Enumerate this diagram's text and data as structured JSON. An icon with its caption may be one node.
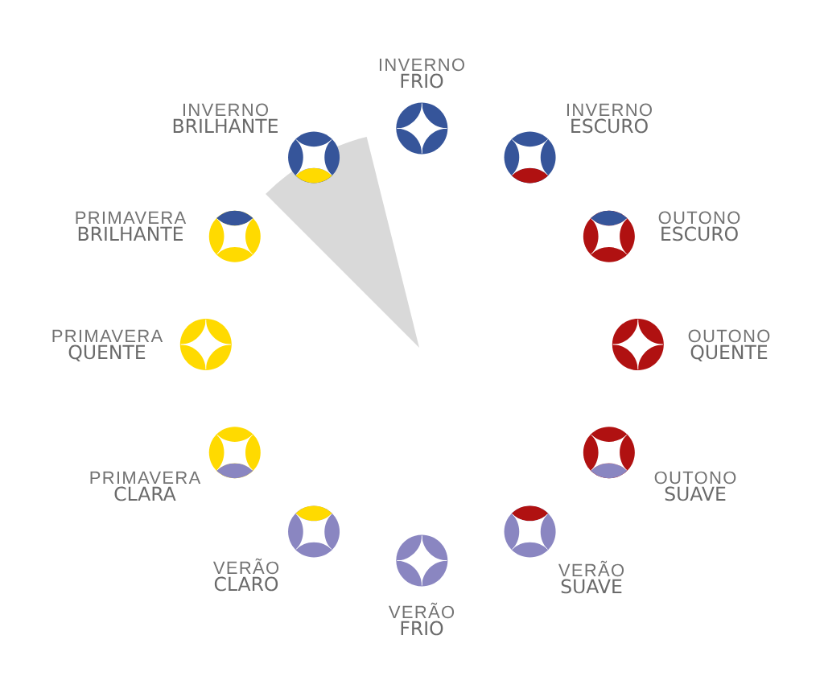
{
  "diagram": {
    "nodes": [
      {
        "text": [
          "INVERNO",
          "FRIO"
        ]
      },
      {
        "text": [
          "INVERNO",
          "ESCURO"
        ]
      },
      {
        "text": [
          "OUTONO",
          "ESCURO"
        ]
      },
      {
        "text": [
          "OUTONO",
          "QUENTE"
        ]
      },
      {
        "text": [
          "OUTONO",
          "SUAVE"
        ]
      },
      {
        "text": [
          "VERÃO",
          "SUAVE"
        ]
      },
      {
        "text": [
          "VERÃO",
          "FRIO"
        ]
      },
      {
        "text": [
          "VERÃO",
          "CLARO"
        ]
      },
      {
        "text": [
          "PRIMAVERA",
          "CLARA"
        ]
      },
      {
        "text": [
          "PRIMAVERA",
          "QUENTE"
        ]
      },
      {
        "text": [
          "PRIMAVERA",
          "BRILHANTE"
        ]
      },
      {
        "text": [
          "INVERNO",
          "BRILHANTE"
        ]
      }
    ]
  }
}
